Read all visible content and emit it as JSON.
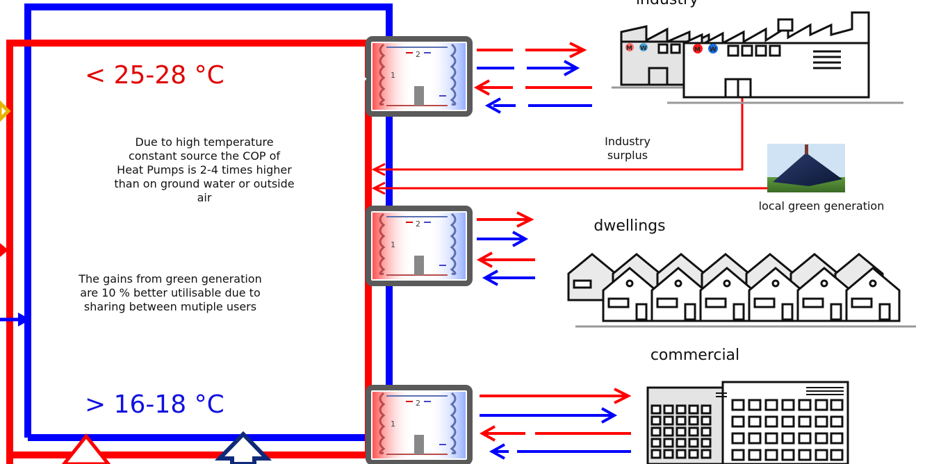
{
  "temperatures": {
    "warm": "< 25-28 °C",
    "cold": "> 16-18 °C"
  },
  "notes": {
    "cop_note": "Due to high temperature constant source the COP of Heat Pumps is 2-4 times higher than on ground water or outside air",
    "gains_note": "The gains from green generation are 10 % better utilisable due to sharing between mutiple users"
  },
  "consumers": {
    "industry": "industry",
    "industry_surplus": "Industry surplus",
    "local_green": "local green generation",
    "dwellings": "dwellings",
    "commercial": "commercial"
  },
  "heat_pump": {
    "marker_1": "1",
    "marker_2": "2"
  },
  "factory_badges": {
    "m": "M",
    "w": "W"
  },
  "colors": {
    "warm_line": "#ff0000",
    "cold_line": "#0000ff",
    "hp_frame": "#5a5a5a",
    "feed_arrow": "#e6b400",
    "warm_text": "#e00000",
    "cold_text": "#1010e0"
  }
}
